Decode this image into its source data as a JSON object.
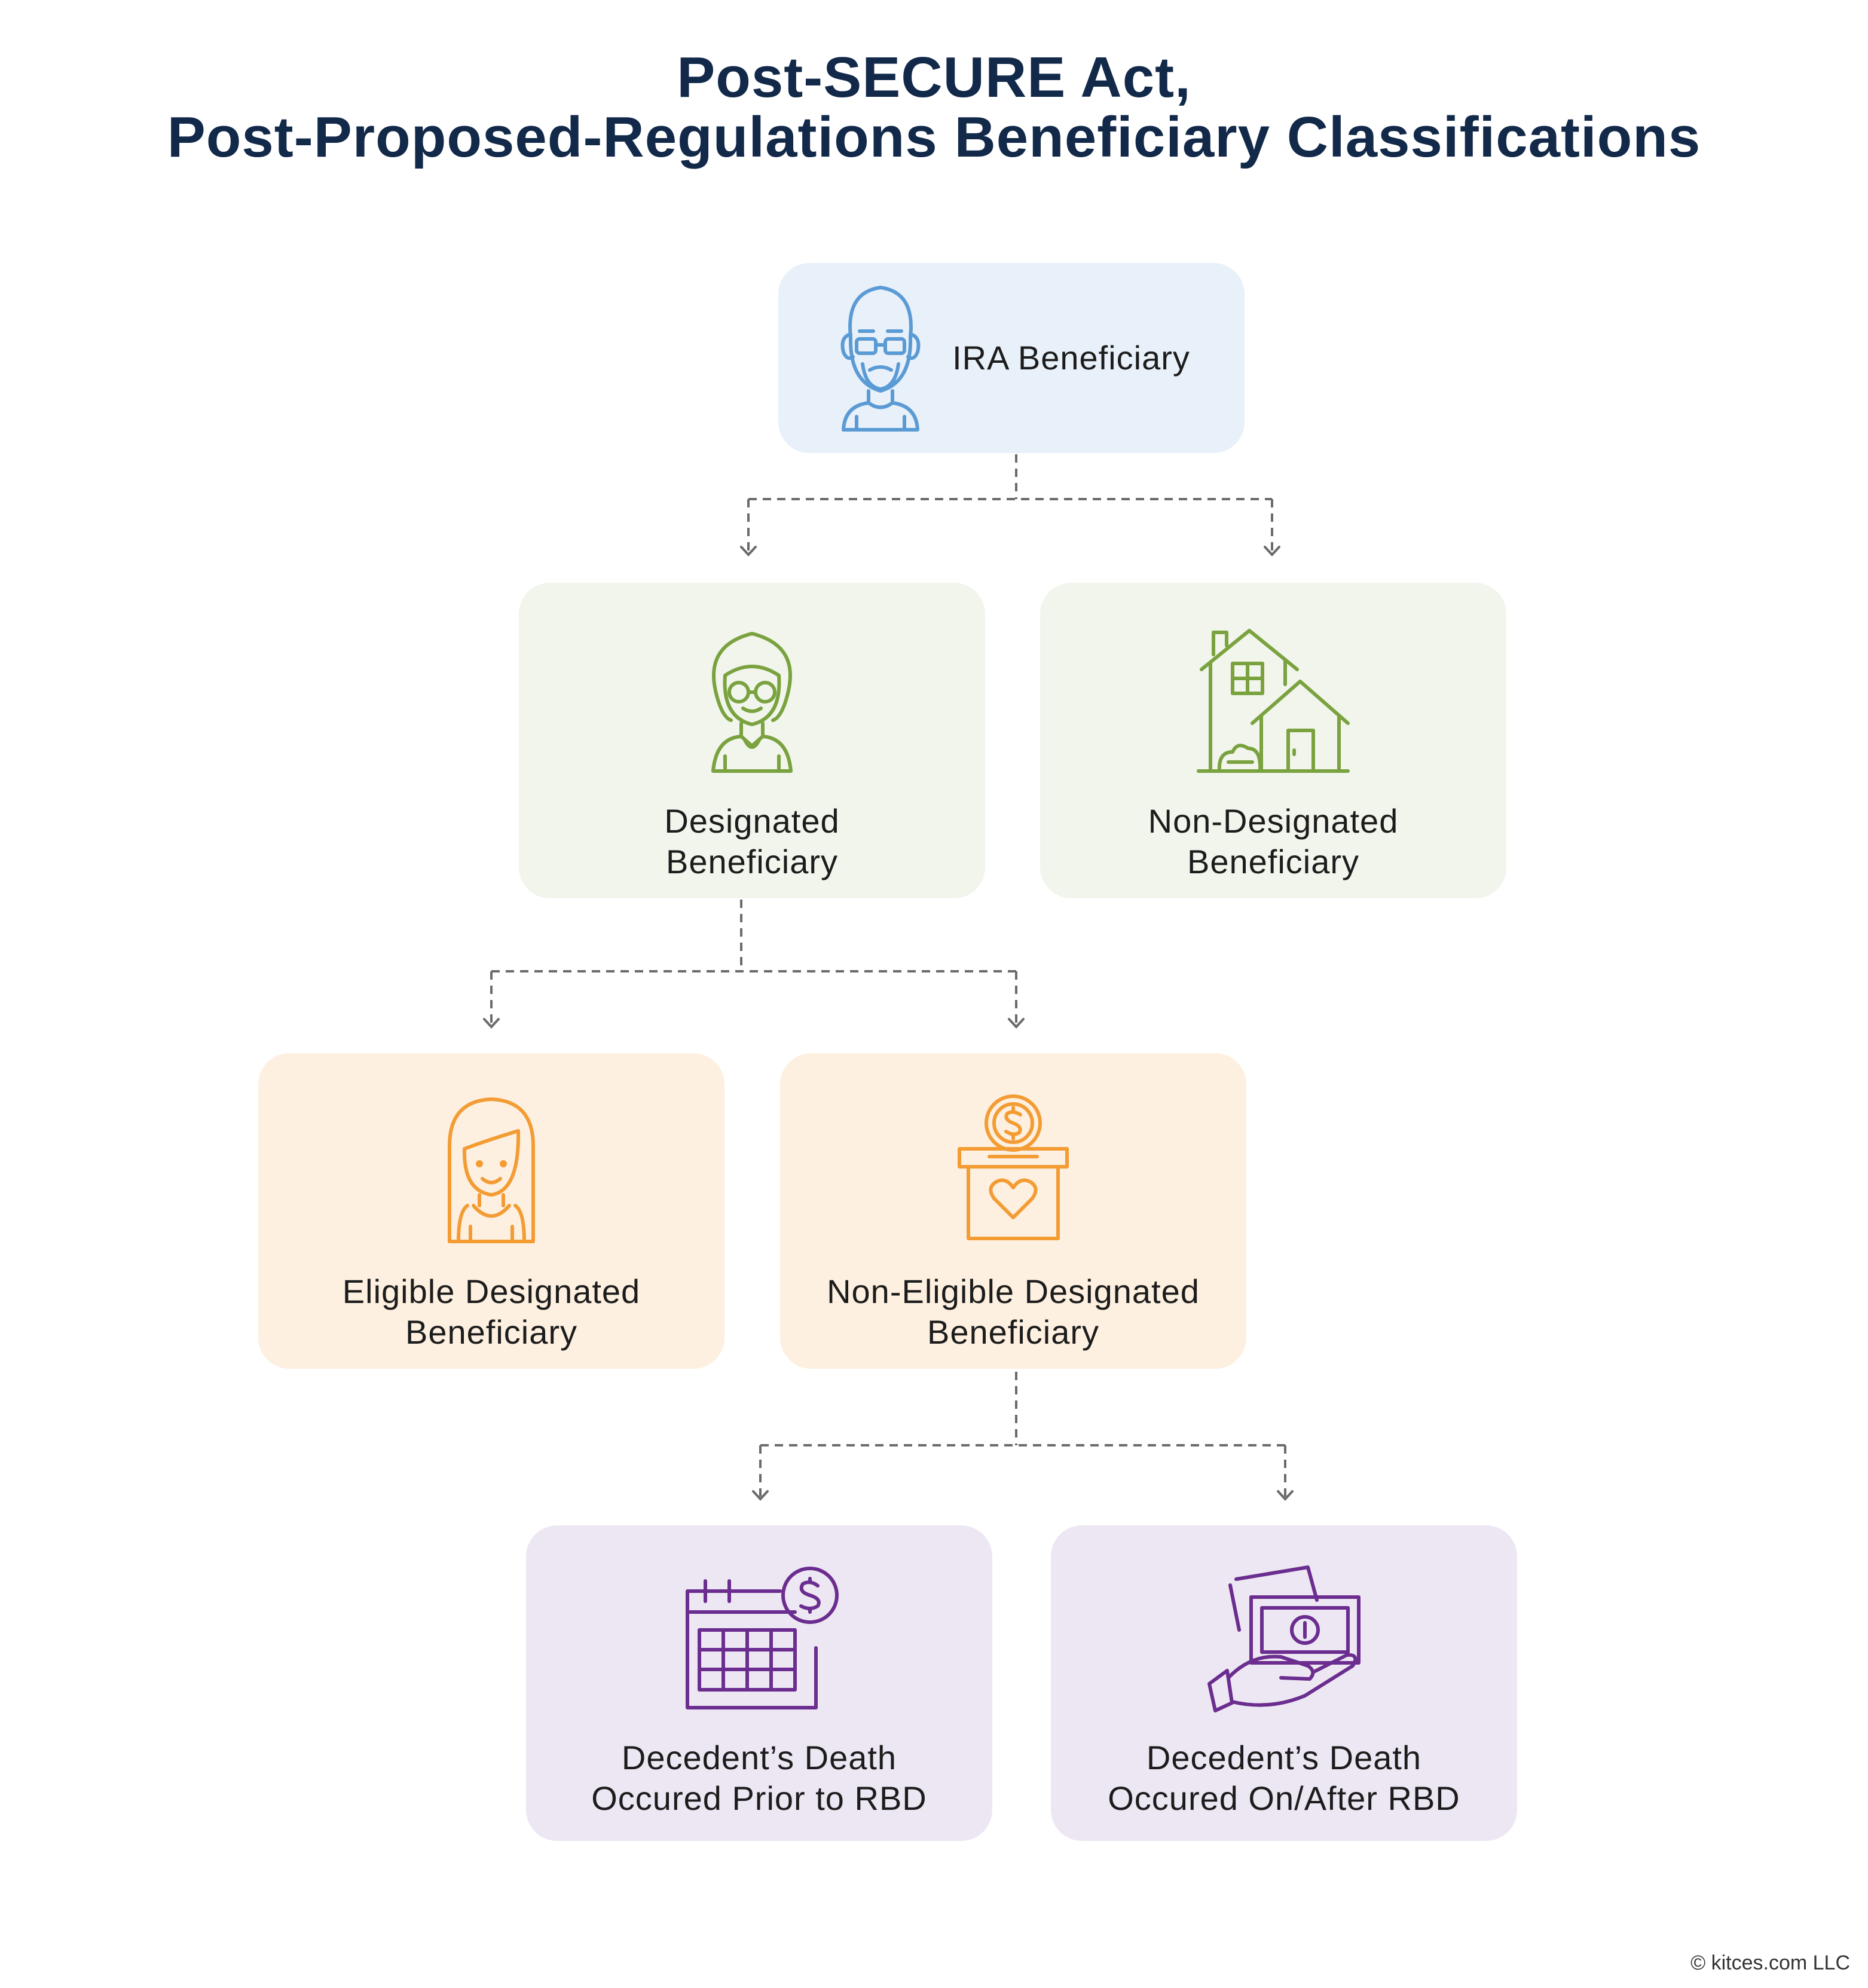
{
  "title": {
    "line1": "Post-SECURE Act,",
    "line2": "Post-Proposed-Regulations Beneficiary Classifications"
  },
  "nodes": {
    "ira": {
      "label": "IRA Beneficiary",
      "icon": "old-man-glasses-icon",
      "color": "#5b9bd5"
    },
    "designated": {
      "line1": "Designated",
      "line2": "Beneficiary",
      "icon": "grandmother-icon",
      "color": "#7aa23f"
    },
    "non_designated": {
      "line1": "Non-Designated",
      "line2": "Beneficiary",
      "icon": "houses-icon",
      "color": "#7aa23f"
    },
    "eligible": {
      "line1": "Eligible Designated",
      "line2": "Beneficiary",
      "icon": "woman-icon",
      "color": "#f39c34"
    },
    "non_eligible": {
      "line1": "Non-Eligible Designated",
      "line2": "Beneficiary",
      "icon": "donation-box-icon",
      "color": "#f39c34"
    },
    "prior_rbd": {
      "line1": "Decedent’s Death",
      "line2": "Occured Prior to RBD",
      "icon": "calendar-dollar-icon",
      "color": "#6b2d8f"
    },
    "after_rbd": {
      "line1": "Decedent’s Death",
      "line2": "Occured On/After RBD",
      "icon": "hand-money-icon",
      "color": "#6b2d8f"
    }
  },
  "copyright": "© kitces.com LLC"
}
